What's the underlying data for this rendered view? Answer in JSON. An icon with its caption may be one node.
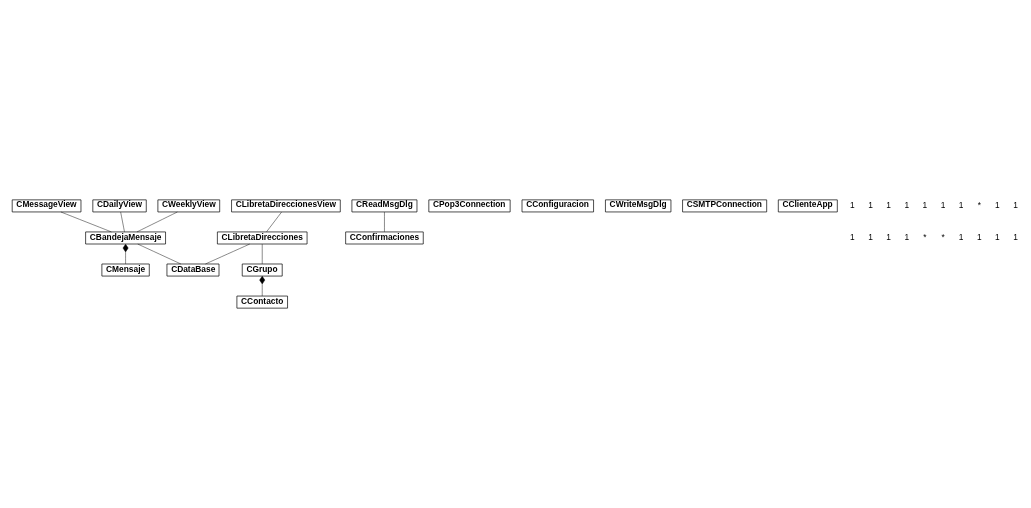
{
  "diagram": {
    "nodes": [
      {
        "text": [
          "CMessageView"
        ]
      },
      {
        "text": [
          "CDailyView"
        ]
      },
      {
        "text": [
          "CWeeklyView"
        ]
      },
      {
        "text": [
          "CLibretaDireccionesView"
        ]
      },
      {
        "text": [
          "CBandejaMensaje"
        ]
      },
      {
        "text": [
          "CLibretaDirecciones"
        ]
      },
      {
        "text": [
          "CGrupo"
        ]
      },
      {
        "text": [
          "CMensaje"
        ]
      },
      {
        "text": [
          "CDataBase"
        ]
      },
      {
        "text": [
          "CReadMsgDlg"
        ]
      },
      {
        "text": [
          "CContacto"
        ]
      },
      {
        "text": [
          "CPop3Connection"
        ]
      },
      {
        "text": [
          "CConfiguracion"
        ]
      },
      {
        "text": [
          "CWriteMsgDlg"
        ]
      },
      {
        "text": [
          "CSMTPConnection"
        ]
      },
      {
        "text": [
          "CClienteApp"
        ]
      },
      {
        "text": [
          "CConfirmaciones"
        ]
      }
    ],
    "edges": [
      {
        "from": 0,
        "to": 4,
        "arrow": "none"
      },
      {
        "from": 1,
        "to": 4,
        "arrow": "none"
      },
      {
        "from": 2,
        "to": 4,
        "arrow": "none"
      },
      {
        "from": 3,
        "to": 5,
        "arrow": "none"
      },
      {
        "from": 5,
        "to": 6,
        "arrow": "none"
      },
      {
        "from": 4,
        "to": 7,
        "arrow": "other"
      },
      {
        "from": 4,
        "to": 8,
        "arrow": "none"
      },
      {
        "from": 5,
        "to": 8,
        "arrow": "none"
      },
      {
        "from": 6,
        "to": 10,
        "arrow": "other"
      },
      {
        "from": 9,
        "to": 16,
        "arrow": "none"
      }
    ],
    "labels": [
      "1",
      "1",
      "1",
      "1",
      "1",
      "1",
      "1",
      "*",
      "1",
      "1",
      "1",
      "1",
      "1",
      "1",
      "*",
      "*",
      "1",
      "1",
      "1",
      "1"
    ]
  }
}
